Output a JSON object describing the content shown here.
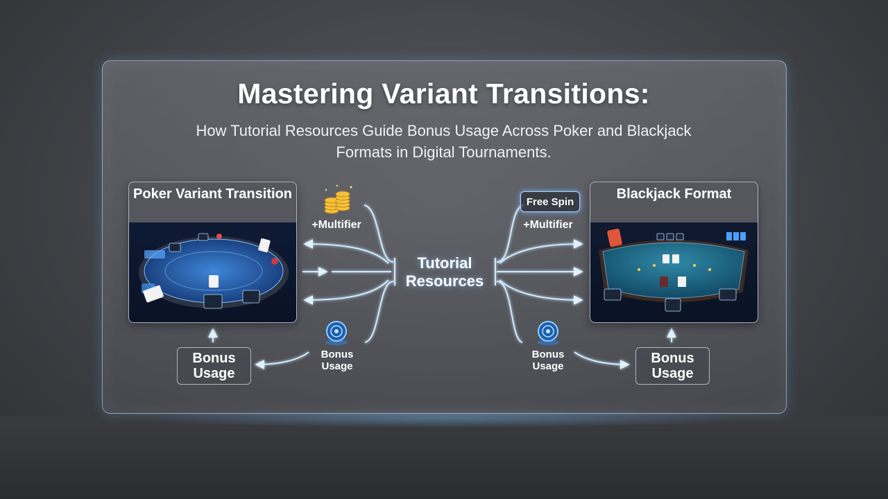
{
  "title": "Mastering Variant Transitions:",
  "subtitle": "How Tutorial Resources Guide Bonus Usage Across Poker and Blackjack Formats in Digital Tournaments.",
  "center": {
    "label": "Tutorial Resources"
  },
  "left": {
    "card_title": "Poker Variant Transition",
    "multiplier": "+Multifier",
    "bonus_label": "Bonus Usage",
    "bonus_box": "Bonus Usage"
  },
  "right": {
    "card_title": "Blackjack Format",
    "free_spin": "Free Spin",
    "multiplier": "+Multifier",
    "bonus_label": "Bonus Usage",
    "bonus_box": "Bonus Usage"
  },
  "colors": {
    "accent_glow": "#8fd0ff",
    "table_felt": "#1f5aa0",
    "bj_felt": "#1f6f8a"
  },
  "icons": [
    "gold-coins-icon",
    "bonus-token-icon",
    "poker-table-icon",
    "blackjack-table-icon"
  ]
}
